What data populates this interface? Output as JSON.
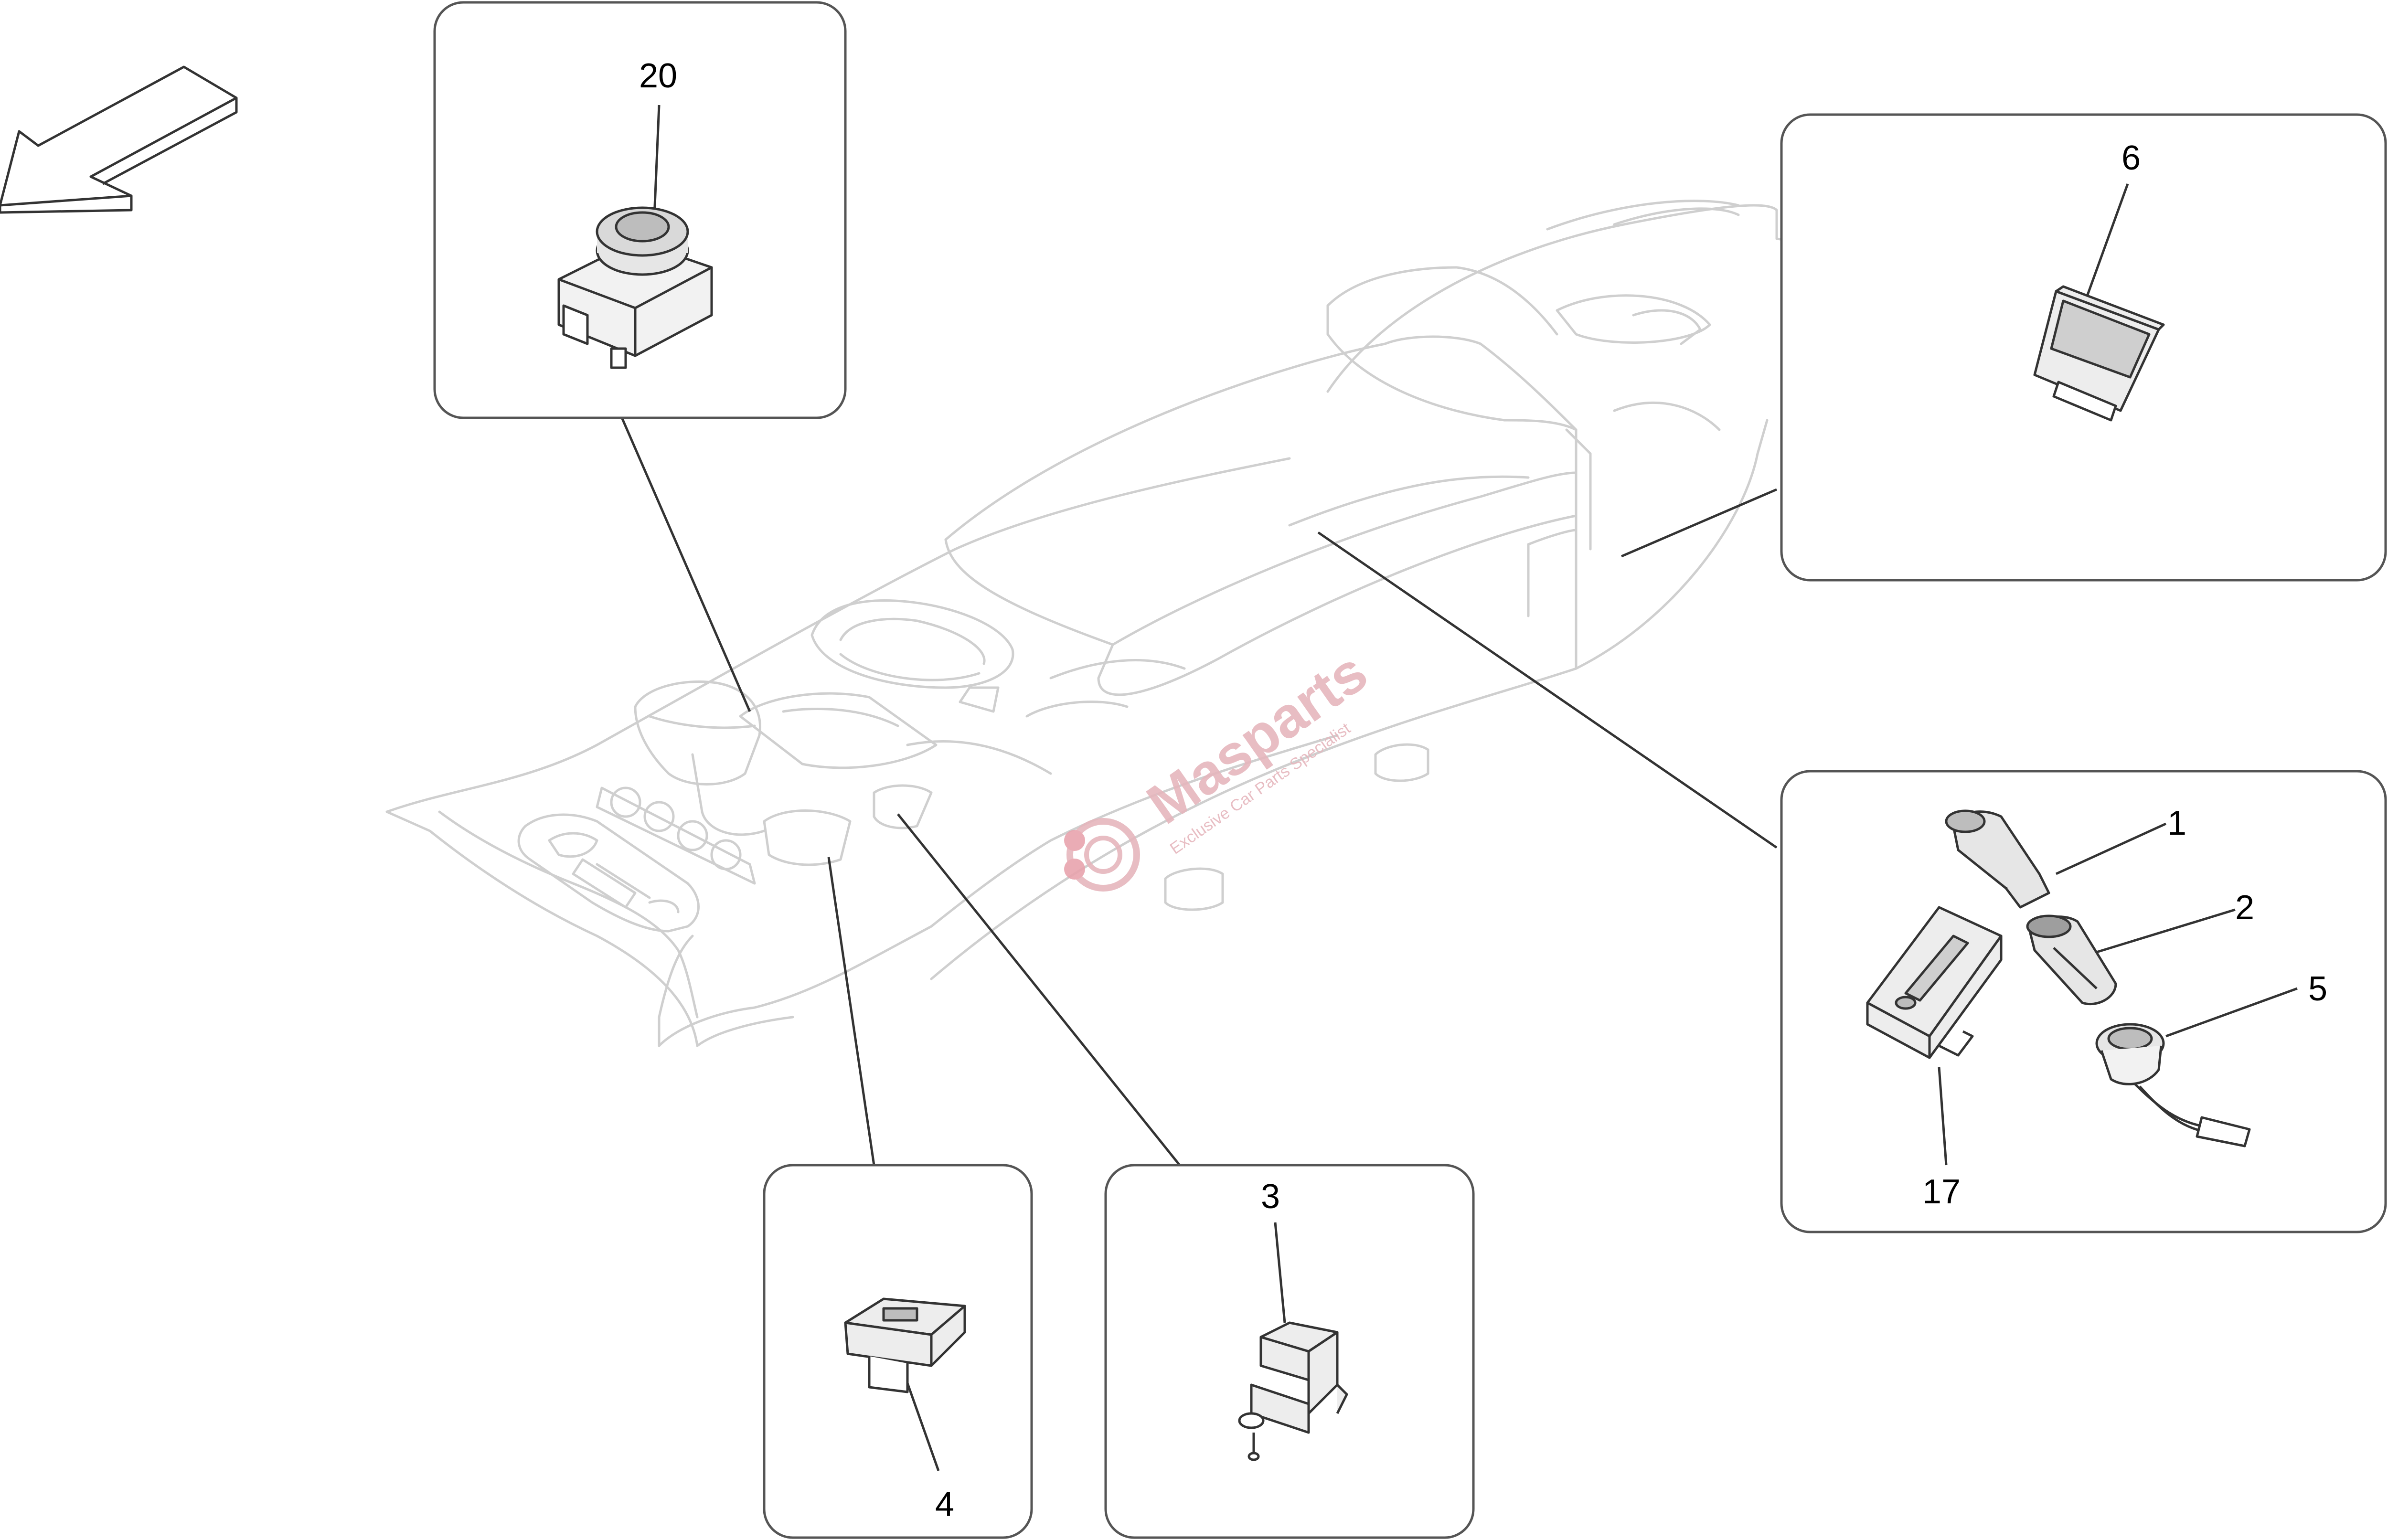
{
  "diagram": {
    "callouts": {
      "c1": "1",
      "c2": "2",
      "c3": "3",
      "c4": "4",
      "c5": "5",
      "c6": "6",
      "c17": "17",
      "c20": "20"
    },
    "watermark": {
      "brand": "Masparts",
      "tagline": "Exclusive Car Parts Specialist"
    },
    "colors": {
      "outline_light": "#cfcfcf",
      "outline_dark": "#333333",
      "box_border": "#555555",
      "watermark": "#e6b6bd"
    }
  }
}
